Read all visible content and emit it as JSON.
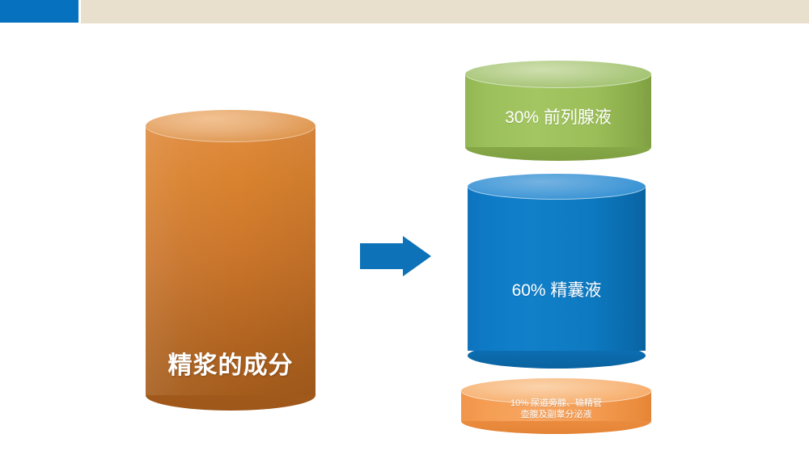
{
  "slide": {
    "background_color": "#ffffff",
    "header": {
      "accent_block_color": "#0571bf",
      "bar_color": "#e8e0cd"
    }
  },
  "diagram": {
    "type": "flow-breakdown",
    "source": {
      "label": "精浆的成分",
      "shape": "cylinder",
      "color": "#c9742a"
    },
    "connector": {
      "icon": "right-arrow-icon",
      "color": "#0d72b8",
      "direction": "right"
    },
    "components": [
      {
        "percent": "30%",
        "name": "前列腺液",
        "label": "30% 前列腺液",
        "color": "#9cbe59",
        "shape": "cylinder"
      },
      {
        "percent": "60%",
        "name": "精囊液",
        "label": "60% 精囊液",
        "color": "#0d79c0",
        "shape": "cylinder"
      },
      {
        "percent": "10%",
        "name": "尿道旁腺、输精管壶腹及副睾分泌液",
        "label_line1": "10% 尿道旁腺、输精管",
        "label_line2": "壶腹及副睾分泌液",
        "color": "#f59e54",
        "shape": "cylinder"
      }
    ]
  }
}
